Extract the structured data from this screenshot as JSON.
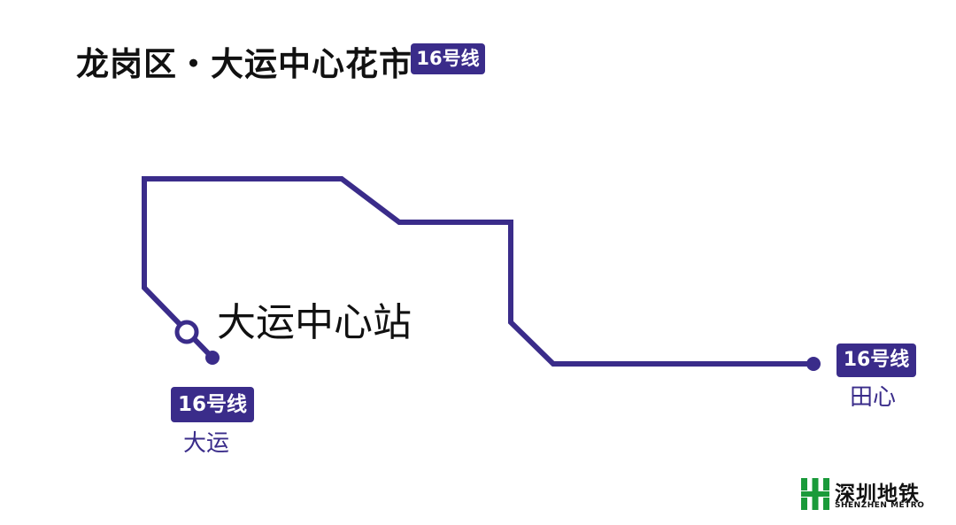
{
  "header": {
    "title": "龙岗区・大运中心花市",
    "line_badge": "16号线"
  },
  "route": {
    "line_color": "#3a2c8a",
    "current_station": "大运中心站",
    "start": {
      "line_badge": "16号线",
      "terminus": "大运"
    },
    "end": {
      "line_badge": "16号线",
      "terminus": "田心"
    }
  },
  "logo": {
    "cn": "深圳地铁",
    "en": "SHENZHEN METRO",
    "color": "#1a9a3a"
  }
}
